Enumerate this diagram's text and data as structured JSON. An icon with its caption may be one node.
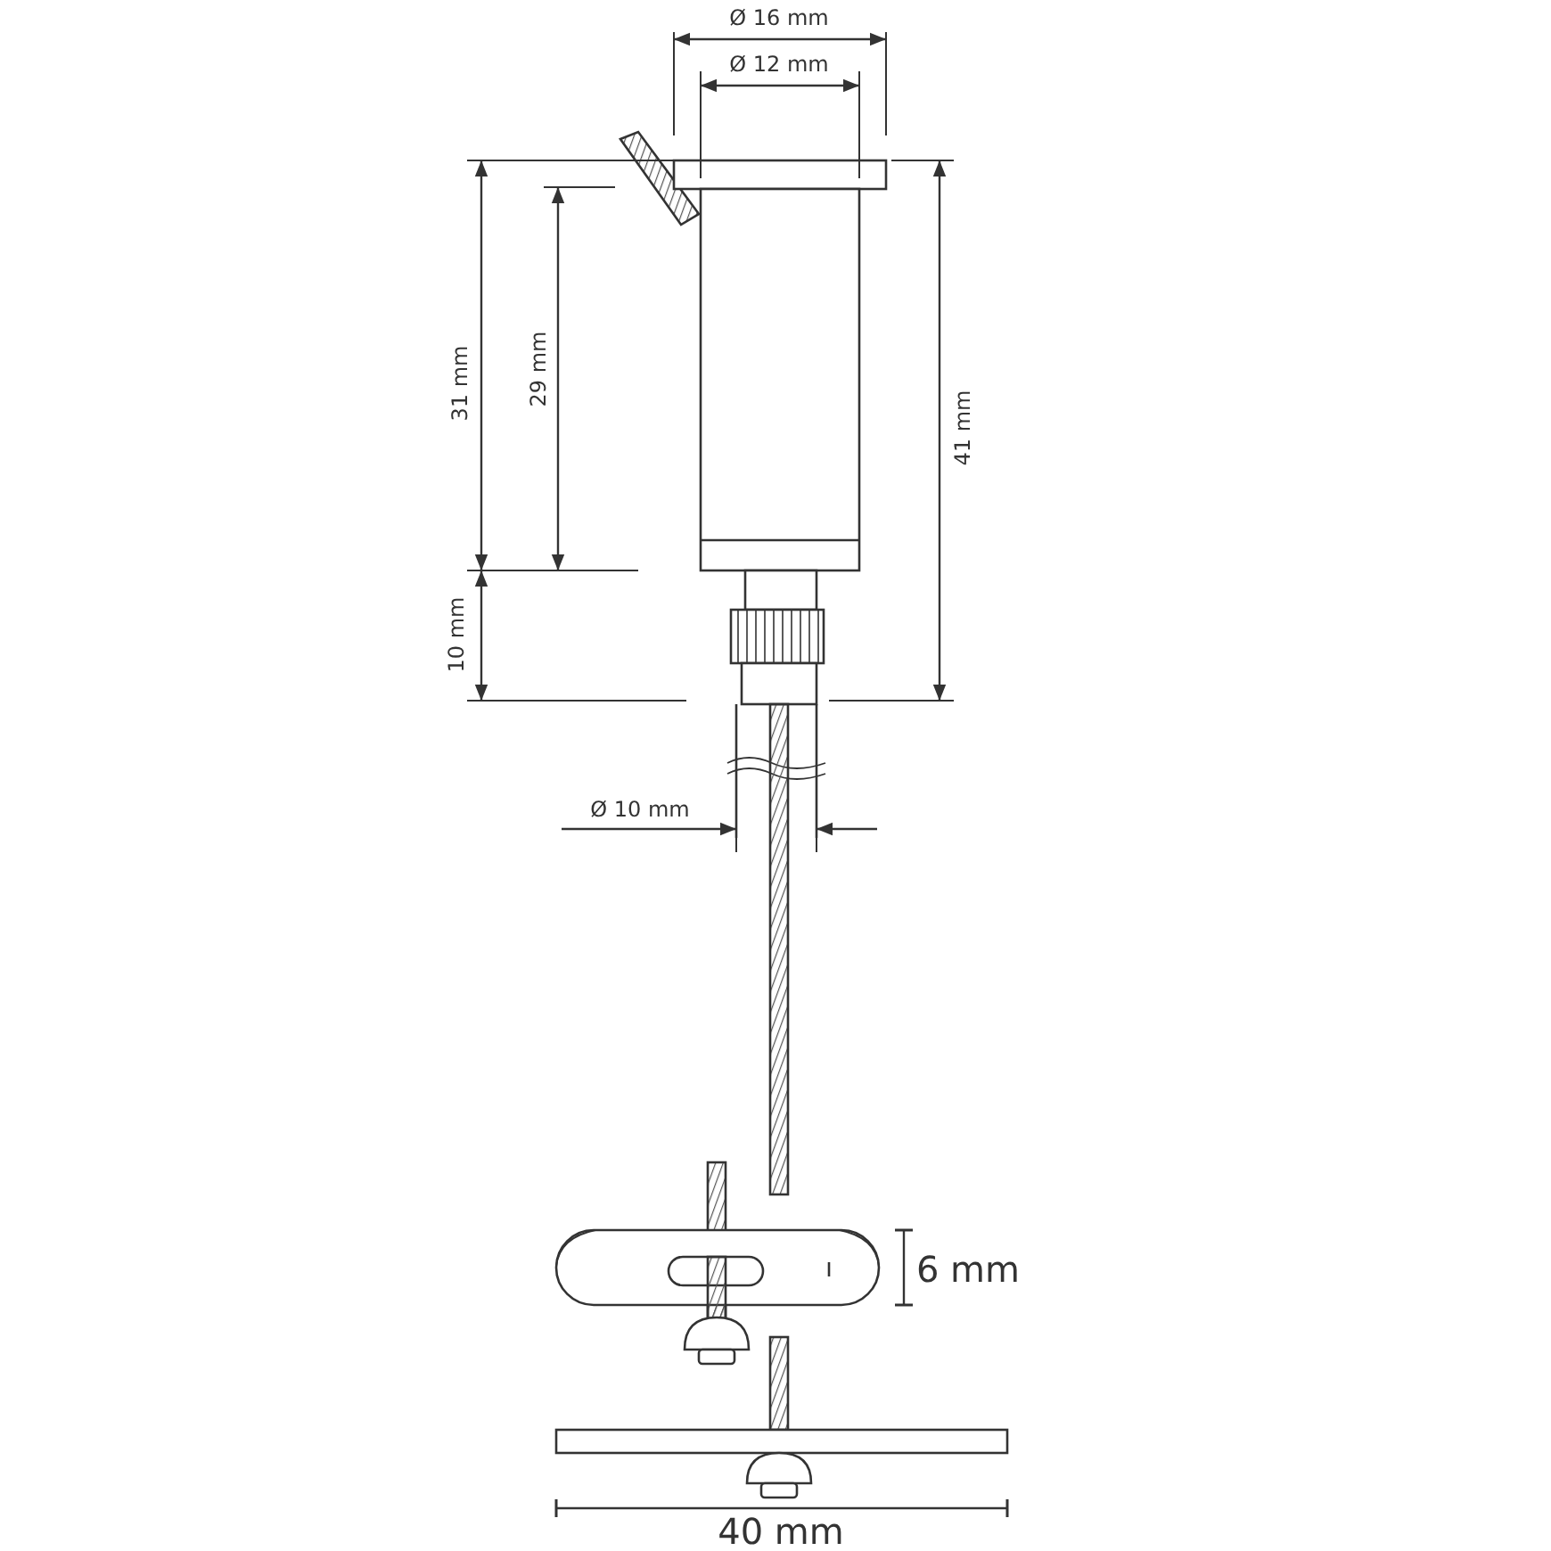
{
  "diagram": {
    "labels": [
      "Ø 16 mm",
      "Ø 12 mm",
      "31 mm",
      "29 mm",
      "41 mm",
      "10 mm",
      "Ø 10 mm",
      "6 mm",
      "40 mm"
    ]
  }
}
